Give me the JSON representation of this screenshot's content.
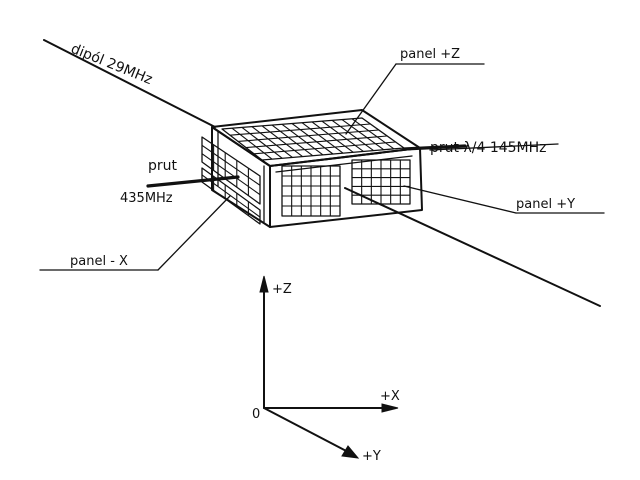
{
  "labels": {
    "dipole": "dipól 29MHz",
    "panel_pz": "panel +Z",
    "rod_145": "prut λ/4 145MHz",
    "rod_435_line1": "prut",
    "rod_435_line2": "435MHz",
    "panel_py": "panel +Y",
    "panel_mx": "panel - X"
  },
  "axes": {
    "z": "+Z",
    "x": "+X",
    "y": "+Y",
    "origin": "0"
  }
}
